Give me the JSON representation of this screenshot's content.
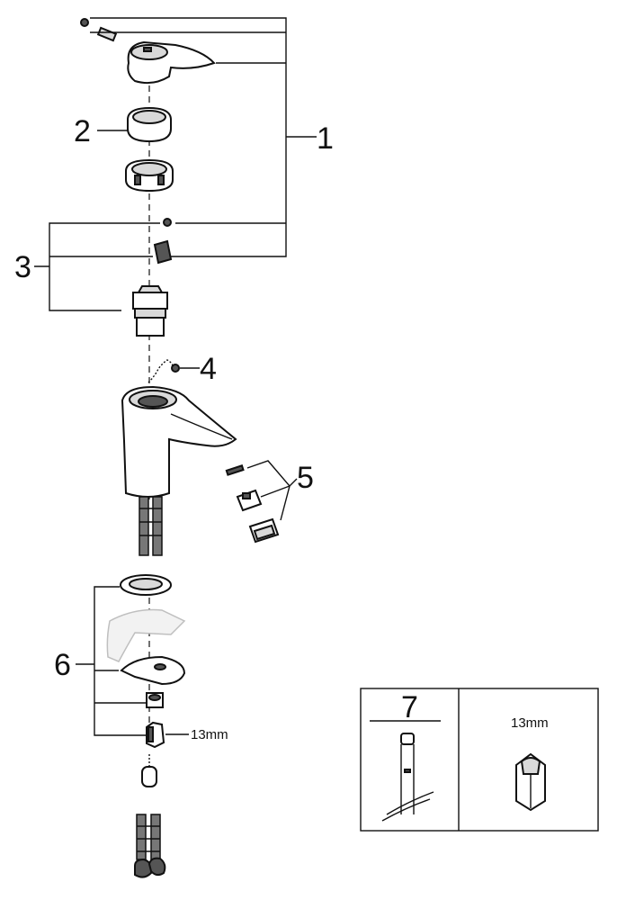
{
  "callouts": {
    "c1": "1",
    "c2": "2",
    "c3": "3",
    "c4": "4",
    "c5": "5",
    "c6": "6",
    "c7": "7"
  },
  "dimensions": {
    "nut_size": "13mm",
    "tool_nut_size": "13mm"
  }
}
